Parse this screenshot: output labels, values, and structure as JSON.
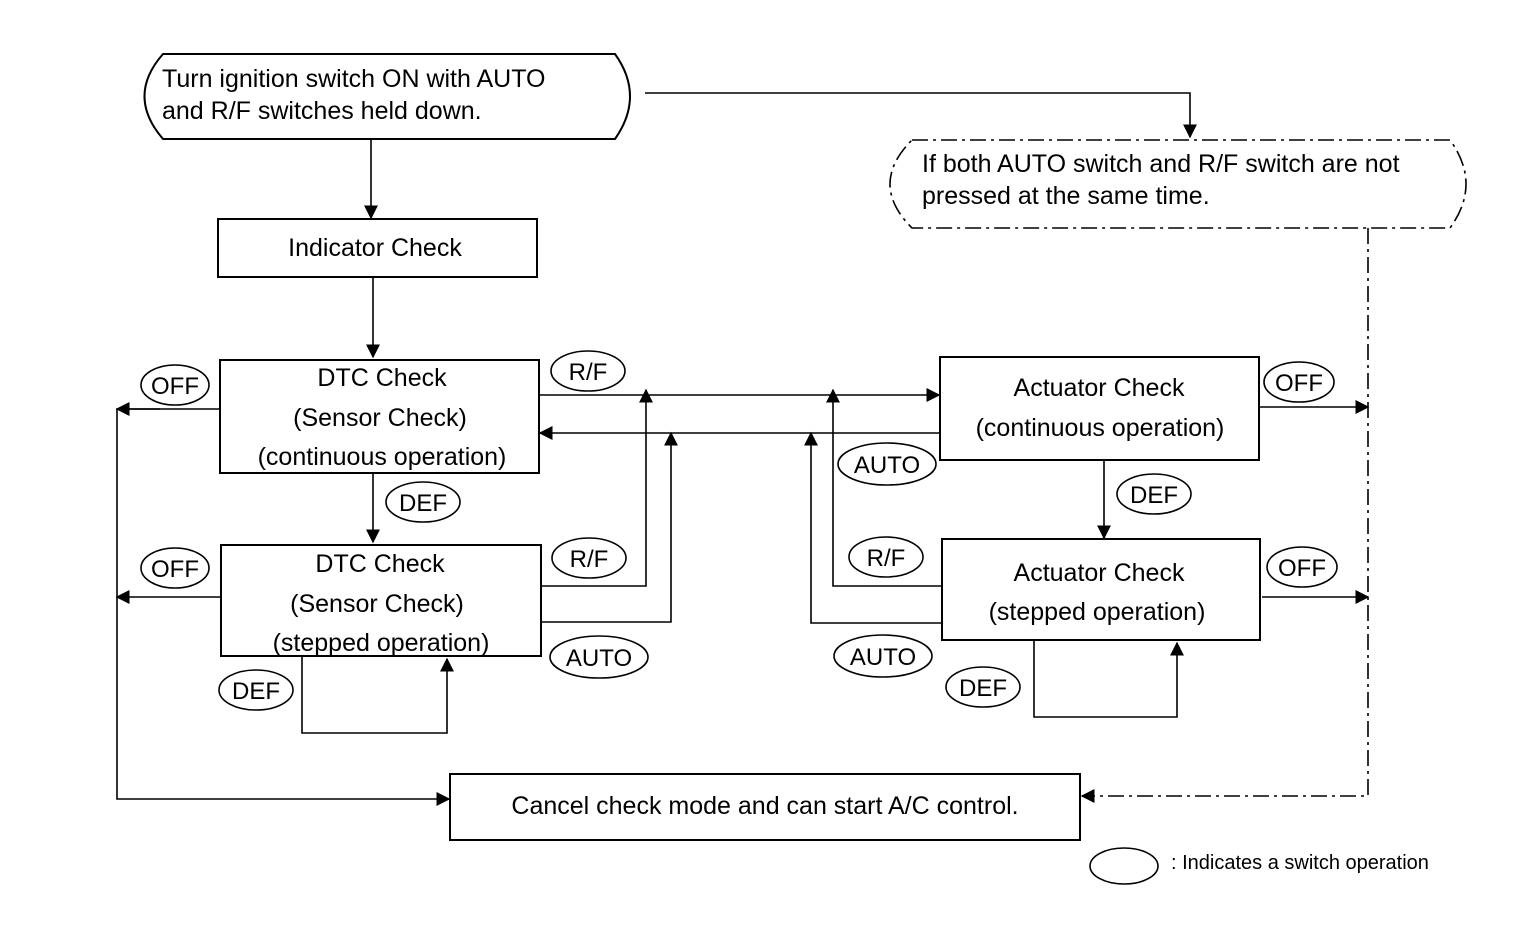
{
  "start": {
    "line1": "Turn ignition switch ON with AUTO",
    "line2": "and R/F switches held down."
  },
  "alt_start": {
    "line1": "If both AUTO switch and R/F switch are not",
    "line2": "pressed at the same time."
  },
  "indicator_check": "Indicator Check",
  "dtc_continuous": {
    "line1": "DTC Check",
    "line2": "(Sensor Check)",
    "line3": "(continuous operation)"
  },
  "dtc_stepped": {
    "line1": "DTC Check",
    "line2": "(Sensor Check)",
    "line3": "(stepped operation)"
  },
  "actuator_continuous": {
    "line1": "Actuator Check",
    "line2": "(continuous operation)"
  },
  "actuator_stepped": {
    "line1": "Actuator Check",
    "line2": "(stepped operation)"
  },
  "cancel": "Cancel check mode and can start A/C control.",
  "switches": {
    "off": "OFF",
    "rf": "R/F",
    "auto": "AUTO",
    "def": "DEF"
  },
  "legend": ": Indicates a switch operation"
}
